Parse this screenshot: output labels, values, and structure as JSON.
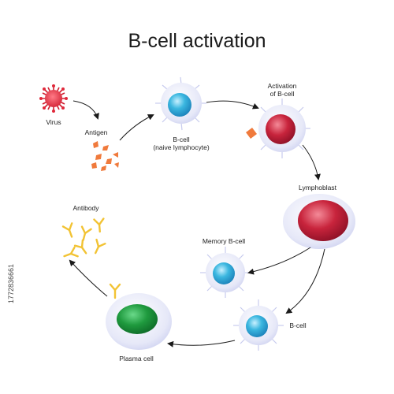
{
  "title": "B-cell activation",
  "labels": {
    "virus": "Virus",
    "antigen": "Antigen",
    "bcell_naive_line1": "B-cell",
    "bcell_naive_line2": "(naive lymphocyte)",
    "activation_line1": "Activation",
    "activation_line2": "of B-cell",
    "lymphoblast": "Lymphoblast",
    "memory_bcell": "Memory B-cell",
    "bcell": "B-cell",
    "plasma_cell": "Plasma cell",
    "antibody": "Antibody"
  },
  "side_text": "1772836661",
  "colors": {
    "nucleus_blue": "#3bb7e0",
    "nucleus_red": "#c8243c",
    "nucleus_green": "#1f9a3e",
    "cell_membrane": "#d9dcf5",
    "virus": "#e0283a",
    "antigen": "#f07a3c",
    "antibody": "#f2c334",
    "arrow": "#1a1a1a"
  }
}
